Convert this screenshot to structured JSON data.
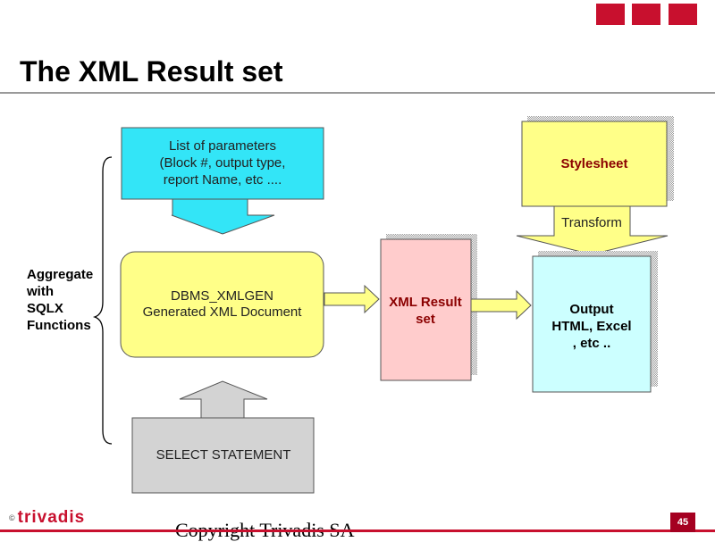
{
  "slide": {
    "title": "The XML Result set",
    "page_number": "45"
  },
  "diagram": {
    "aggregate_label": [
      "Aggregate",
      "with",
      "SQLX",
      "Functions"
    ],
    "parameters_box": [
      "List of parameters",
      "(Block #, output type,",
      "report Name, etc ...."
    ],
    "generator_box": [
      "DBMS_XMLGEN",
      "Generated XML Document"
    ],
    "select_box": "SELECT STATEMENT",
    "xml_result_box": [
      "XML Result",
      "set"
    ],
    "stylesheet_box": "Stylesheet",
    "transform_label": "Transform",
    "output_box": [
      "Output",
      "HTML, Excel",
      ", etc .."
    ]
  },
  "footer": {
    "copyright_symbol": "©",
    "logo_text": "trivadis",
    "copyright": "Copyright Trivadis SA"
  },
  "colors": {
    "cyan": "#33e5f7",
    "yellow": "#ffff88",
    "grey": "#d3d3d3",
    "pink": "#ffcccc",
    "light_cyan": "#ccffff",
    "brand_red": "#c8102e",
    "label_red": "#8b0000"
  }
}
